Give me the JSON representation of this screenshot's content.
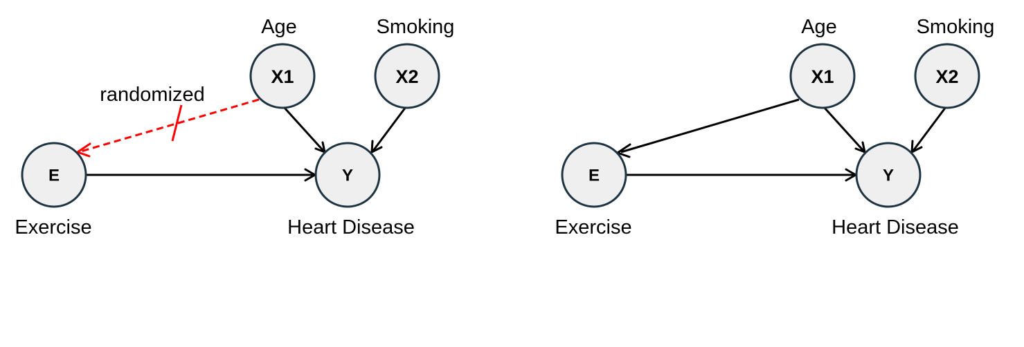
{
  "diagrams": [
    {
      "nodes": {
        "x1": "X1",
        "x2": "X2",
        "e": "E",
        "y": "Y"
      },
      "labels": {
        "x1": "Age",
        "x2": "Smoking",
        "e": "Exercise",
        "y": "Heart Disease"
      },
      "annotation": "randomized"
    },
    {
      "nodes": {
        "x1": "X1",
        "x2": "X2",
        "e": "E",
        "y": "Y"
      },
      "labels": {
        "x1": "Age",
        "x2": "Smoking",
        "e": "Exercise",
        "y": "Heart Disease"
      }
    }
  ],
  "colors": {
    "node_fill": "#efefef",
    "node_stroke": "#1e3442",
    "edge": "#000000",
    "randomized_edge": "#ff0000"
  }
}
